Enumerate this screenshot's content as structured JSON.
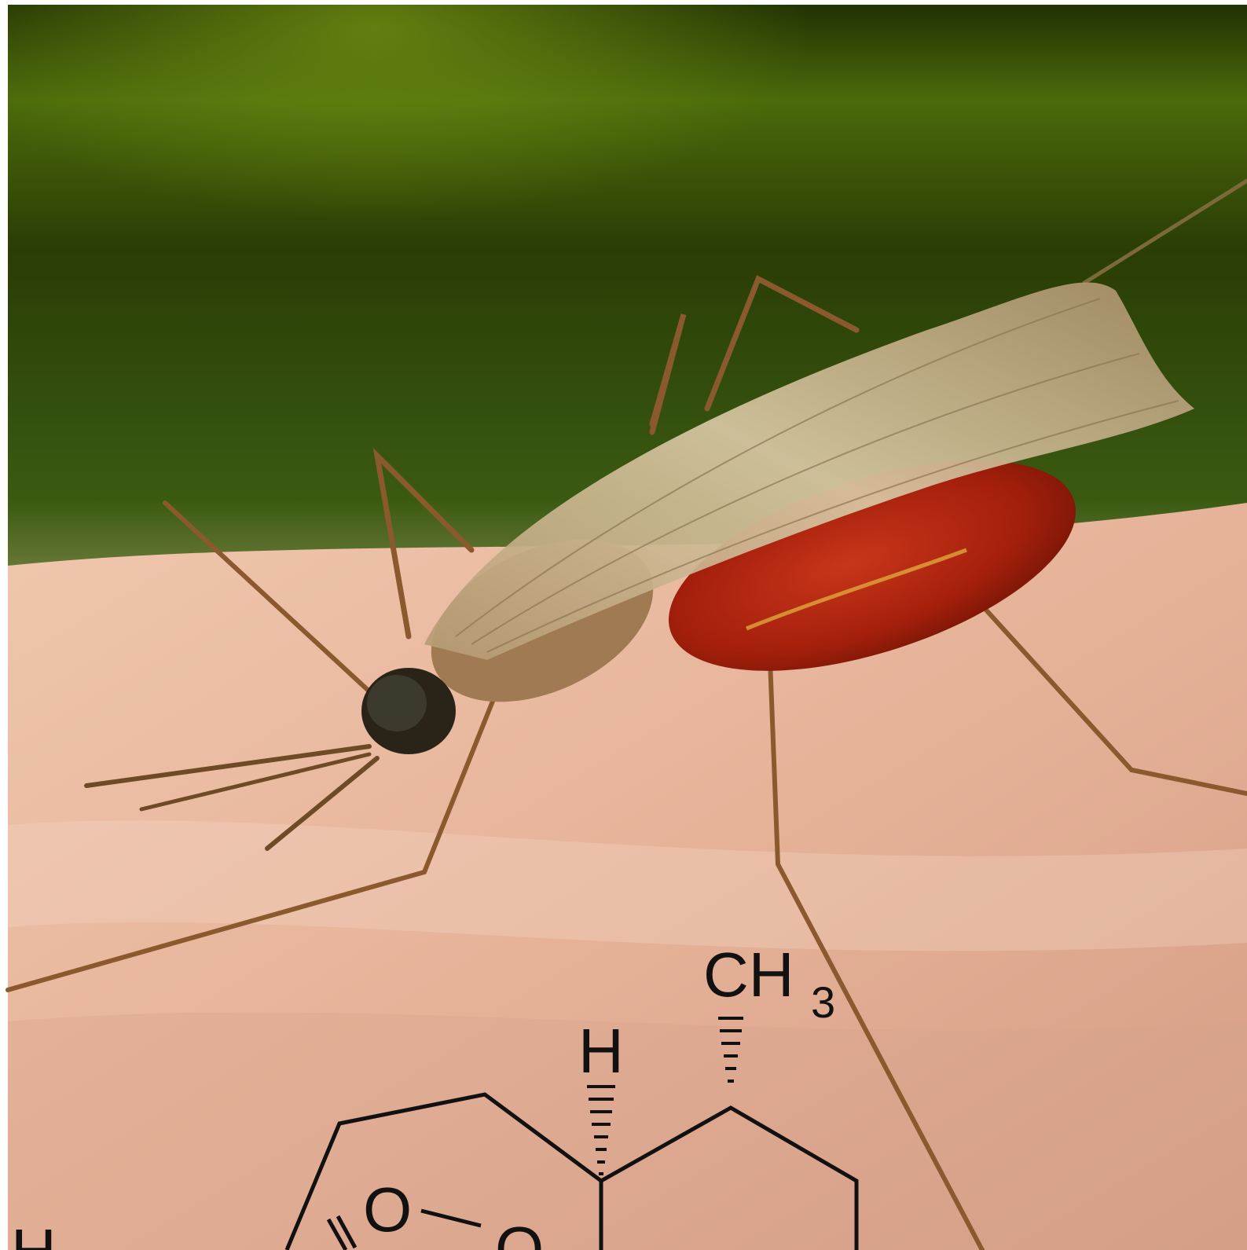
{
  "photo": {
    "subject": "mosquito-feeding-on-skin",
    "colors": {
      "background_top": "#3f5d0e",
      "background_dark": "#1d2b04",
      "skin": "#e9b9a1",
      "skin_shadow": "#c98e76",
      "abdomen_blood": "#b3260f",
      "wing": "#c9b48d",
      "leg": "#8a5a2e",
      "head": "#2a2418",
      "bond": "#111111"
    }
  },
  "structure": {
    "labels": {
      "h_stereo": "H",
      "ch3_main": "CH",
      "ch3_sub": "3",
      "o_upper": "O",
      "o_lower": "O",
      "h3c_fragment": "H"
    }
  }
}
